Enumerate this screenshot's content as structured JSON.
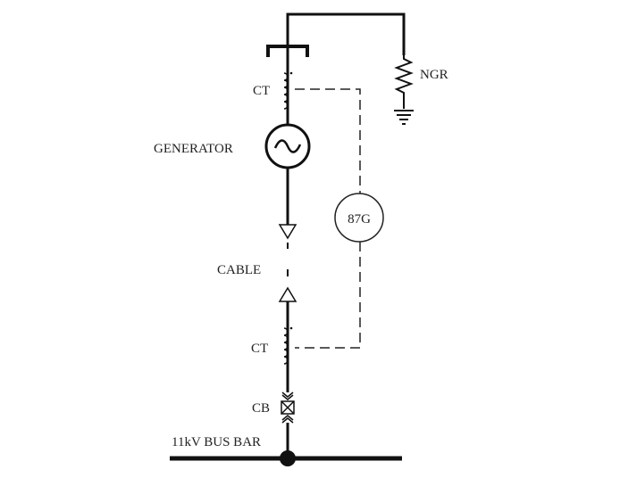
{
  "labels": {
    "ngr": "NGR",
    "ct_top": "CT",
    "generator": "GENERATOR",
    "relay": "87G",
    "cable": "CABLE",
    "ct_bottom": "CT",
    "cb": "CB",
    "busbar": "11kV BUS BAR"
  },
  "colors": {
    "line": "#111111",
    "text": "#222222"
  }
}
